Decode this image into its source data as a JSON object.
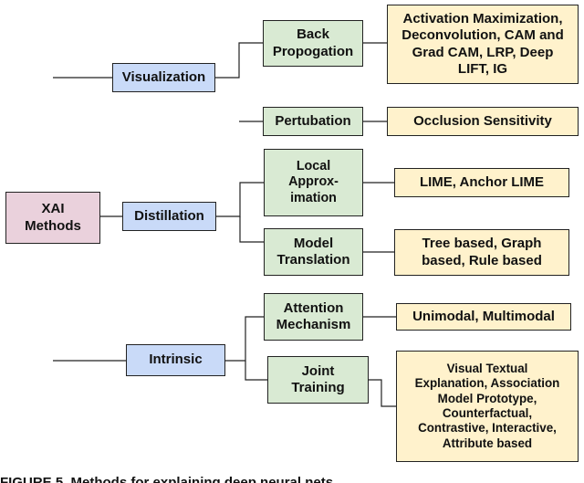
{
  "diagram": {
    "root": {
      "label": "XAI\nMethods",
      "color": "#ead1dc"
    },
    "categories": [
      {
        "label": "Visualization",
        "color": "#c9daf8"
      },
      {
        "label": "Distillation",
        "color": "#c9daf8"
      },
      {
        "label": "Intrinsic",
        "color": "#c9daf8"
      }
    ],
    "subcategories": [
      {
        "label": "Back\nPropogation",
        "color": "#d9ead3"
      },
      {
        "label": "Pertubation",
        "color": "#d9ead3"
      },
      {
        "label": "Local\nApprox-\nimation",
        "color": "#d9ead3"
      },
      {
        "label": "Model\nTranslation",
        "color": "#d9ead3"
      },
      {
        "label": "Attention\nMechanism",
        "color": "#d9ead3"
      },
      {
        "label": "Joint\nTraining",
        "color": "#d9ead3"
      }
    ],
    "methods": [
      {
        "label": "Activation Maximization,\nDeconvolution, CAM and\nGrad CAM, LRP, Deep\nLIFT, IG",
        "color": "#fff2cc"
      },
      {
        "label": "Occlusion Sensitivity",
        "color": "#fff2cc"
      },
      {
        "label": "LIME, Anchor LIME",
        "color": "#fff2cc"
      },
      {
        "label": "Tree based, Graph\nbased, Rule based",
        "color": "#fff2cc"
      },
      {
        "label": "Unimodal, Multimodal",
        "color": "#fff2cc"
      },
      {
        "label": "Visual Textual\nExplanation, Association\nModel Prototype,\nCounterfactual,\nContrastive, Interactive,\nAttribute based",
        "color": "#fff2cc"
      }
    ]
  },
  "caption": "FIGURE 5.   Methods for explaining deep neural nets."
}
